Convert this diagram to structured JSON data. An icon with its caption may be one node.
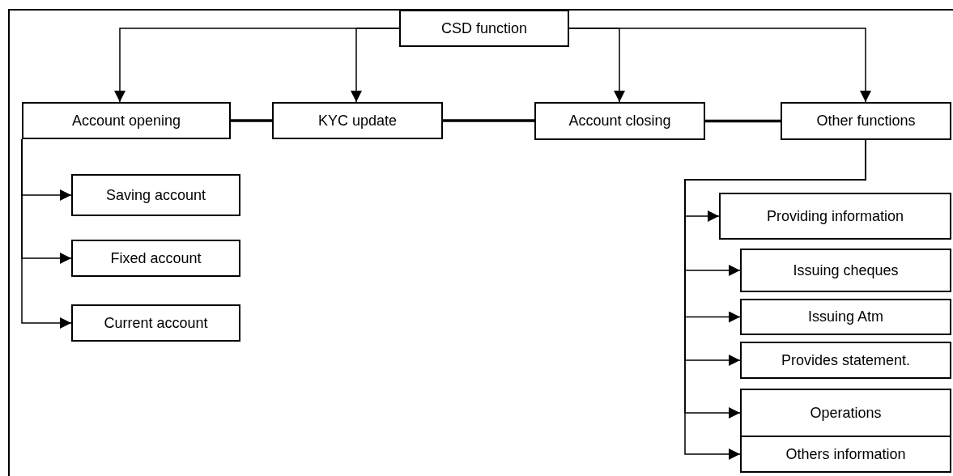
{
  "diagram": {
    "nodes": [
      {
        "text": [
          "CSD function"
        ]
      },
      {
        "text": [
          "Account opening"
        ]
      },
      {
        "text": [
          "KYC update"
        ]
      },
      {
        "text": [
          "Account closing"
        ]
      },
      {
        "text": [
          "Other functions"
        ]
      },
      {
        "text": [
          "Saving account"
        ]
      },
      {
        "text": [
          "Fixed account"
        ]
      },
      {
        "text": [
          "Current account"
        ]
      },
      {
        "text": [
          "Providing information"
        ]
      },
      {
        "text": [
          "Issuing cheques"
        ]
      },
      {
        "text": [
          "Issuing Atm"
        ]
      },
      {
        "text": [
          "Provides statement."
        ]
      },
      {
        "text": [
          "Operations"
        ]
      },
      {
        "text": [
          "Others information"
        ]
      }
    ],
    "edges": [
      {
        "from": 0,
        "to": 1,
        "arrow": "to"
      },
      {
        "from": 0,
        "to": 2,
        "arrow": "to"
      },
      {
        "from": 0,
        "to": 3,
        "arrow": "to"
      },
      {
        "from": 0,
        "to": 4,
        "arrow": "to"
      },
      {
        "from": 1,
        "to": 2,
        "arrow": "none",
        "style": "thick"
      },
      {
        "from": 2,
        "to": 3,
        "arrow": "none",
        "style": "thick"
      },
      {
        "from": 3,
        "to": 4,
        "arrow": "none",
        "style": "thick"
      },
      {
        "from": 1,
        "to": 5,
        "arrow": "to"
      },
      {
        "from": 1,
        "to": 6,
        "arrow": "to"
      },
      {
        "from": 1,
        "to": 7,
        "arrow": "to"
      },
      {
        "from": 4,
        "to": 8,
        "arrow": "to"
      },
      {
        "from": 4,
        "to": 9,
        "arrow": "to"
      },
      {
        "from": 4,
        "to": 10,
        "arrow": "to"
      },
      {
        "from": 4,
        "to": 11,
        "arrow": "to"
      },
      {
        "from": 4,
        "to": 12,
        "arrow": "to"
      },
      {
        "from": 4,
        "to": 13,
        "arrow": "to"
      }
    ]
  }
}
